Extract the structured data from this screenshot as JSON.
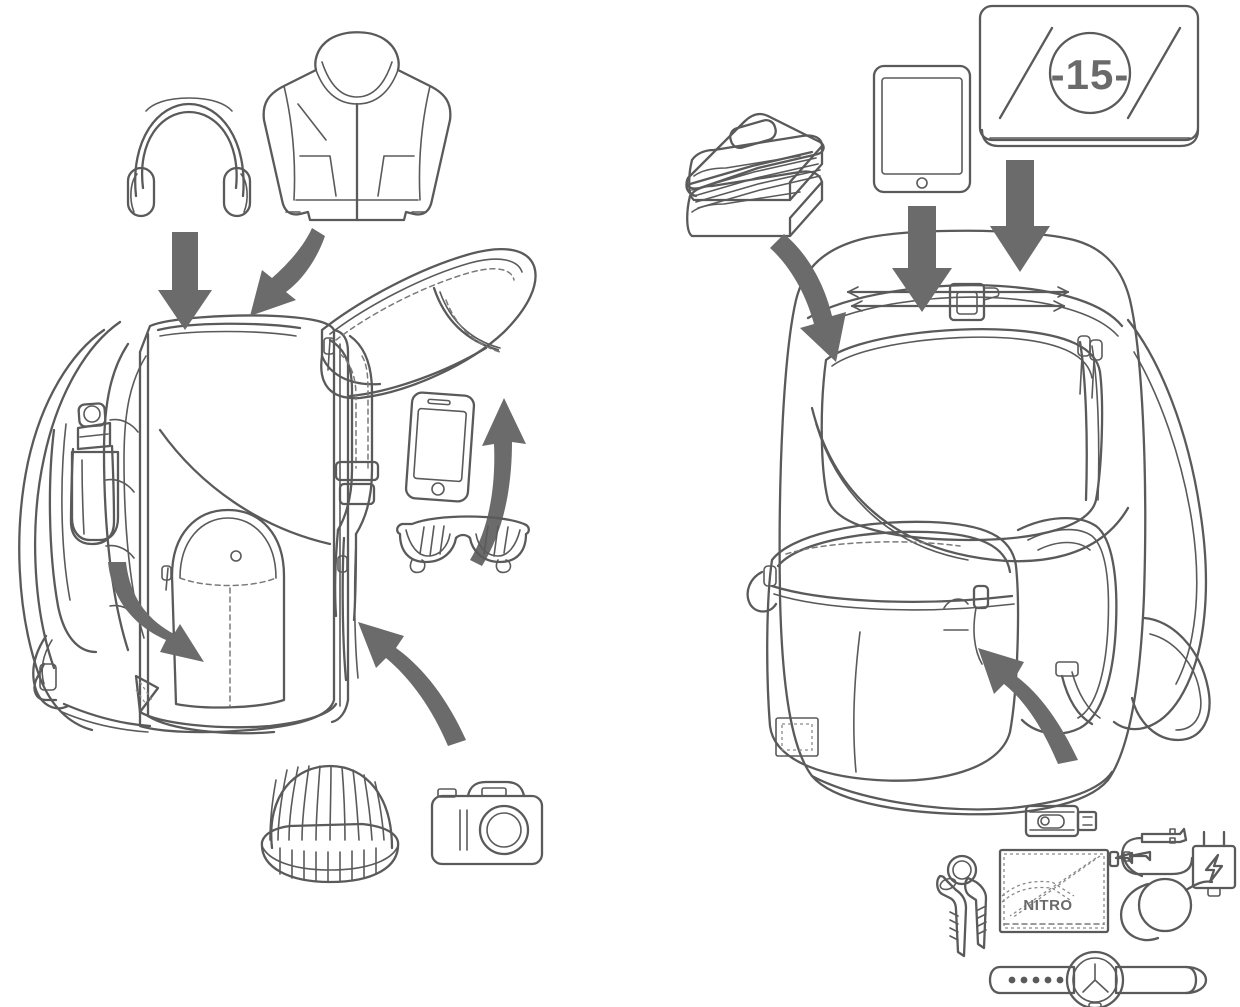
{
  "illustration": {
    "title": "Backpack packing diagram",
    "style": "technical line drawing",
    "line_color": "#5a5a5a",
    "arrow_color": "#6b6b6b",
    "background_color": "#ffffff"
  },
  "labels": {
    "laptop_size": "-15-",
    "wallet_brand": "NITRO"
  },
  "panels": [
    {
      "id": "left",
      "name": "main-compartment-panel",
      "backpack_view": "side-three-quarter, lid open",
      "items": [
        {
          "name": "headphones",
          "label": "Headphones"
        },
        {
          "name": "hooded-jacket",
          "label": "Hooded jacket"
        },
        {
          "name": "water-bottle",
          "label": "Water bottle"
        },
        {
          "name": "smartphone",
          "label": "Smartphone"
        },
        {
          "name": "sunglasses",
          "label": "Sunglasses"
        },
        {
          "name": "beanie-hat",
          "label": "Beanie hat"
        },
        {
          "name": "camera",
          "label": "Camera"
        }
      ],
      "arrows": [
        {
          "name": "arrow-headphones-into-main",
          "direction": "down"
        },
        {
          "name": "arrow-jacket-into-main",
          "direction": "down"
        },
        {
          "name": "arrow-bottle-into-side-pocket",
          "direction": "curve-right"
        },
        {
          "name": "arrow-phone-into-lid-pocket",
          "direction": "curve-up"
        },
        {
          "name": "arrow-accessories-into-front-pocket",
          "direction": "curve-up-left"
        }
      ]
    },
    {
      "id": "right",
      "name": "laptop-compartment-panel",
      "backpack_view": "front, closed",
      "items": [
        {
          "name": "book-stack",
          "label": "Books"
        },
        {
          "name": "tablet",
          "label": "Tablet"
        },
        {
          "name": "laptop",
          "label": "Laptop 15 inch"
        },
        {
          "name": "usb-flash-drive",
          "label": "USB flash drive"
        },
        {
          "name": "keys",
          "label": "Keys"
        },
        {
          "name": "wallet",
          "label": "Wallet"
        },
        {
          "name": "usb-cable",
          "label": "USB cable"
        },
        {
          "name": "wall-charger",
          "label": "Wall charger"
        },
        {
          "name": "charging-cable-coil",
          "label": "Charging cable"
        },
        {
          "name": "wristwatch",
          "label": "Wristwatch"
        }
      ],
      "arrows": [
        {
          "name": "arrow-books-into-main",
          "direction": "curve-down-right"
        },
        {
          "name": "arrow-tablet-into-sleeve",
          "direction": "down"
        },
        {
          "name": "arrow-laptop-into-sleeve",
          "direction": "down"
        },
        {
          "name": "arrow-accessories-into-front-pocket",
          "direction": "curve-up-left"
        }
      ]
    }
  ]
}
